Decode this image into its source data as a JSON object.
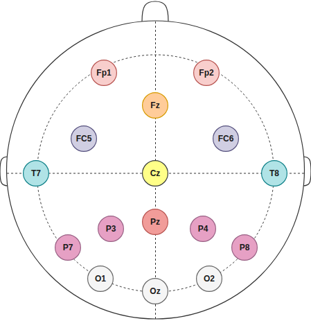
{
  "diagram": {
    "nodes": [
      {
        "text": [
          "Fp1"
        ]
      },
      {
        "text": [
          "Fp2"
        ]
      },
      {
        "text": [
          "Fz"
        ]
      },
      {
        "text": [
          "FC5"
        ]
      },
      {
        "text": [
          "FC6"
        ]
      },
      {
        "text": [
          "T7"
        ]
      },
      {
        "text": [
          "Cz"
        ]
      },
      {
        "text": [
          "T8"
        ]
      },
      {
        "text": [
          "P3"
        ]
      },
      {
        "text": [
          "Pz"
        ]
      },
      {
        "text": [
          "P4"
        ]
      },
      {
        "text": [
          "P7"
        ]
      },
      {
        "text": [
          "P8"
        ]
      },
      {
        "text": [
          "O1"
        ]
      },
      {
        "text": [
          "O2"
        ]
      },
      {
        "text": [
          "Oz"
        ]
      }
    ]
  }
}
